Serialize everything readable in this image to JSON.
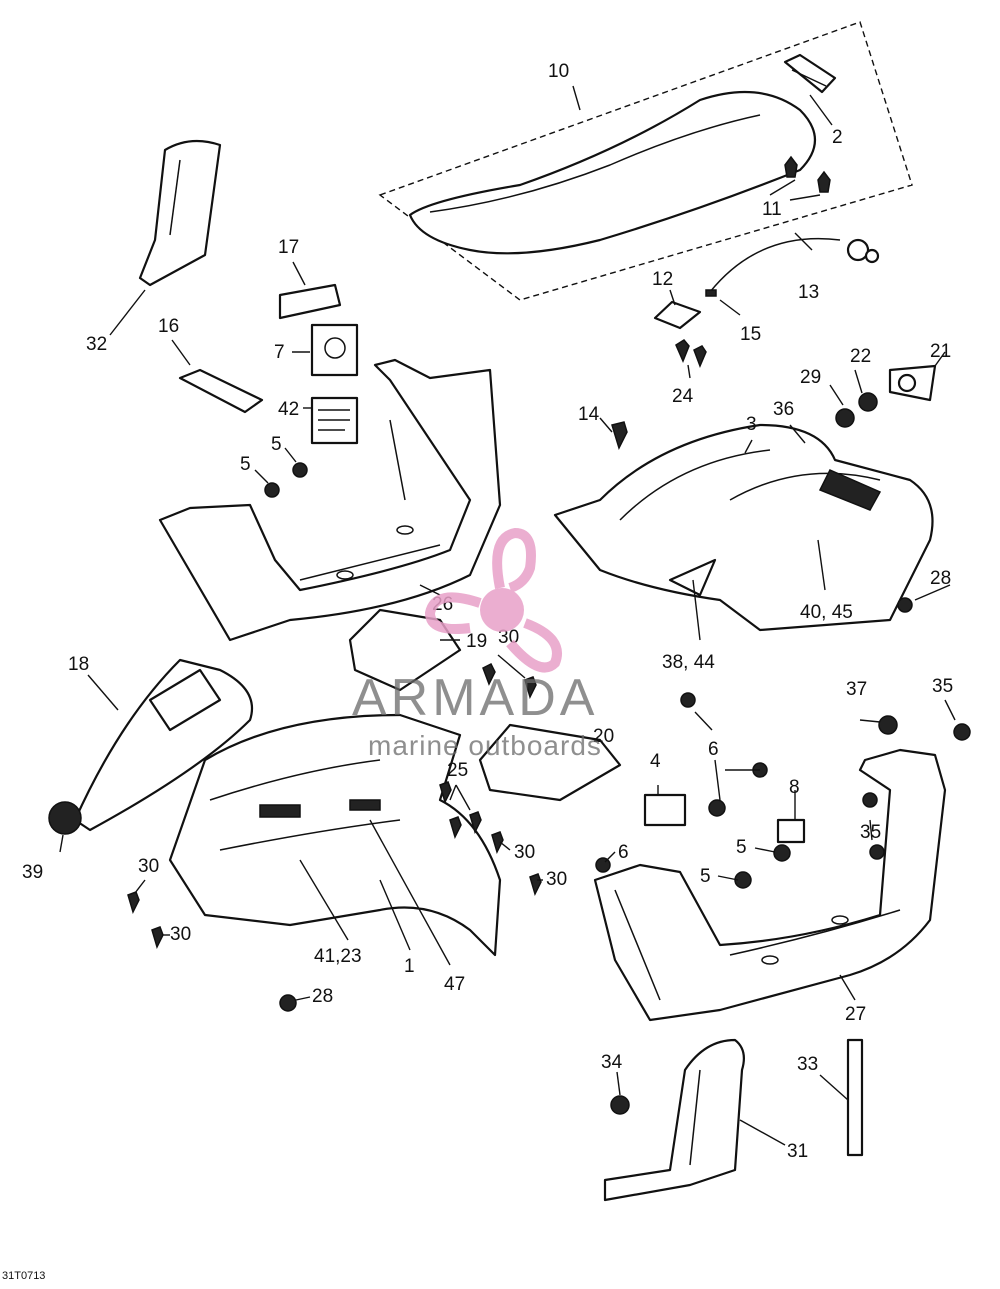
{
  "watermark": {
    "brand": "ARMADA",
    "tagline": "marine outboards",
    "logo_color": "#e8a0c8"
  },
  "drawing_code": "31T0713",
  "callouts": {
    "c1": "1",
    "c2": "2",
    "c3": "3",
    "c4": "4",
    "c5a": "5",
    "c5b": "5",
    "c5c": "5",
    "c5d": "5",
    "c6a": "6",
    "c6b": "6",
    "c7": "7",
    "c8": "8",
    "c10": "10",
    "c11": "11",
    "c12": "12",
    "c13": "13",
    "c14": "14",
    "c15": "15",
    "c16": "16",
    "c17": "17",
    "c18": "18",
    "c19": "19",
    "c20": "20",
    "c21": "21",
    "c22": "22",
    "c24": "24",
    "c25": "25",
    "c26": "26",
    "c27": "27",
    "c28a": "28",
    "c28b": "28",
    "c29": "29",
    "c30a": "30",
    "c30b": "30",
    "c30c": "30",
    "c30d": "30",
    "c30e": "30",
    "c31": "31",
    "c32": "32",
    "c33": "33",
    "c34": "34",
    "c35a": "35",
    "c35b": "35",
    "c36": "36",
    "c37": "37",
    "c3844": "38, 44",
    "c39": "39",
    "c4045": "40, 45",
    "c4123": "41,23",
    "c42": "42",
    "c47": "47"
  }
}
